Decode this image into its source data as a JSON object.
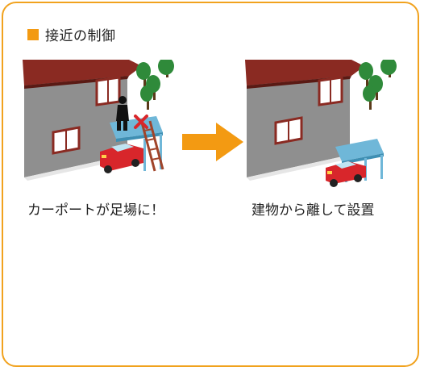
{
  "section": {
    "title": "接近の制御"
  },
  "colors": {
    "accent": "#f39a12",
    "border": "#f1a21e",
    "wall": "#8f8f8f",
    "roof": "#8a2a22",
    "carport": "#6fb7d8",
    "car": "#d8262b",
    "tree": "#2f8a3a",
    "cross": "#d8262b"
  },
  "scenarios": [
    {
      "caption": "カーポートが足場に！"
    },
    {
      "caption": "建物から離して設置"
    }
  ]
}
